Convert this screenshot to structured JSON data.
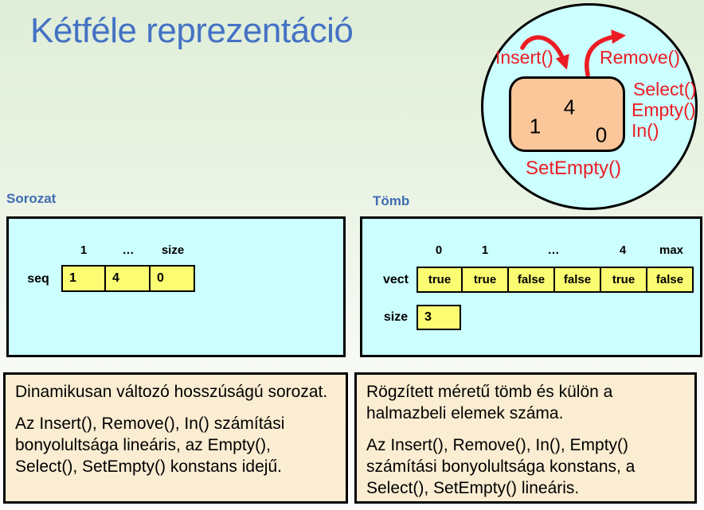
{
  "slide_title": "Kétféle reprezentáció",
  "colors": {
    "title_blue": "#4472C4",
    "heading_blue": "#3E6CB4",
    "operation_red": "#ED1C24",
    "panel_cyan": "#CCFFFF",
    "cell_yellow": "#FCFC72",
    "set_box_peach": "#FBC79A",
    "note_cream": "#FBEDD2"
  },
  "set_diagram": {
    "operations": {
      "insert": "Insert()",
      "remove": "Remove()",
      "select": "Select()",
      "empty": "Empty()",
      "in": "In()",
      "set_empty": "SetEmpty()"
    },
    "elements": [
      "4",
      "1",
      "0"
    ]
  },
  "sequence_panel": {
    "heading": "Sorozat",
    "row_label": "seq",
    "indices": [
      "1",
      "…",
      "size"
    ],
    "cells": [
      "1",
      "4",
      "0"
    ]
  },
  "array_panel": {
    "heading": "Tömb",
    "row_label": "vect",
    "indices": [
      "0",
      "1",
      "…",
      "4",
      "max"
    ],
    "cells": [
      "true",
      "true",
      "false",
      "false",
      "true",
      "false"
    ],
    "size_row_label": "size",
    "size_value": "3"
  },
  "notes": {
    "sequence_p1": "Dinamikusan változó hosszúságú sorozat.",
    "sequence_p2": "Az Insert(), Remove(), In() számítási bonyolultsága lineáris, az Empty(), Select(), SetEmpty() konstans idejű.",
    "array_p1": "Rögzített méretű tömb és külön a halmazbeli elemek száma.",
    "array_p2": "Az Insert(), Remove(), In(), Empty() számítási bonyolultsága konstans, a Select(), SetEmpty() lineáris."
  }
}
